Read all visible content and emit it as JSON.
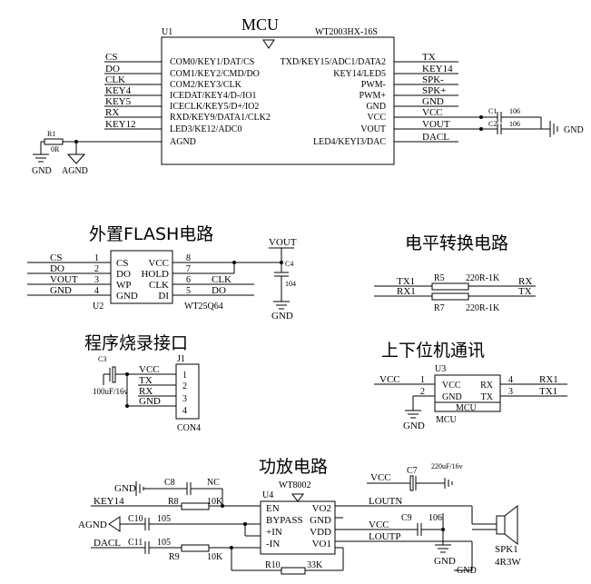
{
  "mcu": {
    "title": "MCU",
    "ref": "U1",
    "part": "WT2003HX-16S",
    "left_pins": [
      "COM0/KEY1/DAT/CS",
      "COM1/KEY2/CMD/DO",
      "COM2/KEY3/CLK",
      "ICEDAT/KEY4/D-/IO1",
      "ICECLK/KEY5/D+/IO2",
      "RXD/KEY9/DATA1/CLK2",
      "LED3/KE12/ADC0",
      "AGND"
    ],
    "left_nets": [
      "CS",
      "DO",
      "CLK",
      "KEY4",
      "KEY5",
      "RX",
      "KEY12"
    ],
    "right_pins": [
      "TXD/KEY15/ADC1/DATA2",
      "KEY14/LED5",
      "PWM-",
      "PWM+",
      "GND",
      "VCC",
      "VOUT",
      "LED4/KEYI3/DAC"
    ],
    "right_nets": [
      "TX",
      "KEY14",
      "SPK-",
      "SPK+",
      "GND",
      "VCC",
      "VOUT",
      "DACL"
    ],
    "r1_ref": "R1",
    "r1_val": "0R",
    "gnd": "GND",
    "agnd": "AGND",
    "c1_ref": "C1",
    "c1_val": "106",
    "c2_ref": "C2",
    "c2_val": "106",
    "gnd_right": "GND"
  },
  "flash": {
    "title": "外置FLASH电路",
    "ref": "U2",
    "part": "WT25Q64",
    "left_nets": [
      "CS",
      "DO",
      "VOUT",
      "GND"
    ],
    "left_nums": [
      "1",
      "2",
      "3",
      "4"
    ],
    "left_pins": [
      "CS",
      "DO",
      "WP",
      "GND"
    ],
    "right_pins": [
      "VCC",
      "HOLD",
      "CLK",
      "DI"
    ],
    "right_nums": [
      "8",
      "7",
      "6",
      "5"
    ],
    "right_nets": [
      "CLK",
      "DO"
    ],
    "vout": "VOUT",
    "c4_ref": "C4",
    "c4_val": "104",
    "gnd": "GND"
  },
  "level": {
    "title": "电平转换电路",
    "r5_ref": "R5",
    "r5_val": "220R-1K",
    "r7_ref": "R7",
    "r7_val": "220R-1K",
    "left_nets": [
      "TX1",
      "RX1"
    ],
    "right_nets": [
      "RX",
      "TX"
    ]
  },
  "program": {
    "title": "程序烧录接口",
    "c3_ref": "C3",
    "c3_val": "100uF/16v",
    "j1_ref": "J1",
    "j1_part": "CON4",
    "nets": [
      "VCC",
      "TX",
      "RX",
      "GND"
    ],
    "nums": [
      "1",
      "2",
      "3",
      "4"
    ]
  },
  "host": {
    "title": "上下位机通讯",
    "ref": "U3",
    "part": "MCU",
    "left_nets": [
      "VCC"
    ],
    "left_nums": [
      "1",
      "2"
    ],
    "left_pins": [
      "VCC",
      "GND"
    ],
    "right_pins": [
      "RX",
      "TX"
    ],
    "right_nums": [
      "4",
      "3"
    ],
    "right_nets": [
      "RX1",
      "TX1"
    ],
    "gnd": "GND"
  },
  "amp": {
    "title": "功放电路",
    "ref": "U4",
    "part": "WT8002",
    "left_pins": [
      "EN",
      "BYPASS",
      "+IN",
      "-IN"
    ],
    "right_pins": [
      "VO2",
      "GND",
      "VDD",
      "VO1"
    ],
    "gnd_label": "GND",
    "c8_ref": "C8",
    "nc": "NC",
    "key14": "KEY14",
    "r8_ref": "R8",
    "r8_val": "10K",
    "agnd": "AGND",
    "c10_ref": "C10",
    "c10_val": "105",
    "dacl": "DACL",
    "c11_ref": "C11",
    "c11_val": "105",
    "r9_ref": "R9",
    "r9_val": "10K",
    "r10_ref": "R10",
    "r10_val": "33K",
    "vcc1": "VCC",
    "c7_ref": "C7",
    "c7_val": "220uF/16v",
    "loutn": "LOUTN",
    "c9_ref": "C9",
    "c9_val": "106",
    "vcc2": "VCC",
    "loutp": "LOUTP",
    "gnd2": "GND",
    "gnd3": "GND",
    "spk_ref": "SPK1",
    "spk_val": "4R3W"
  }
}
